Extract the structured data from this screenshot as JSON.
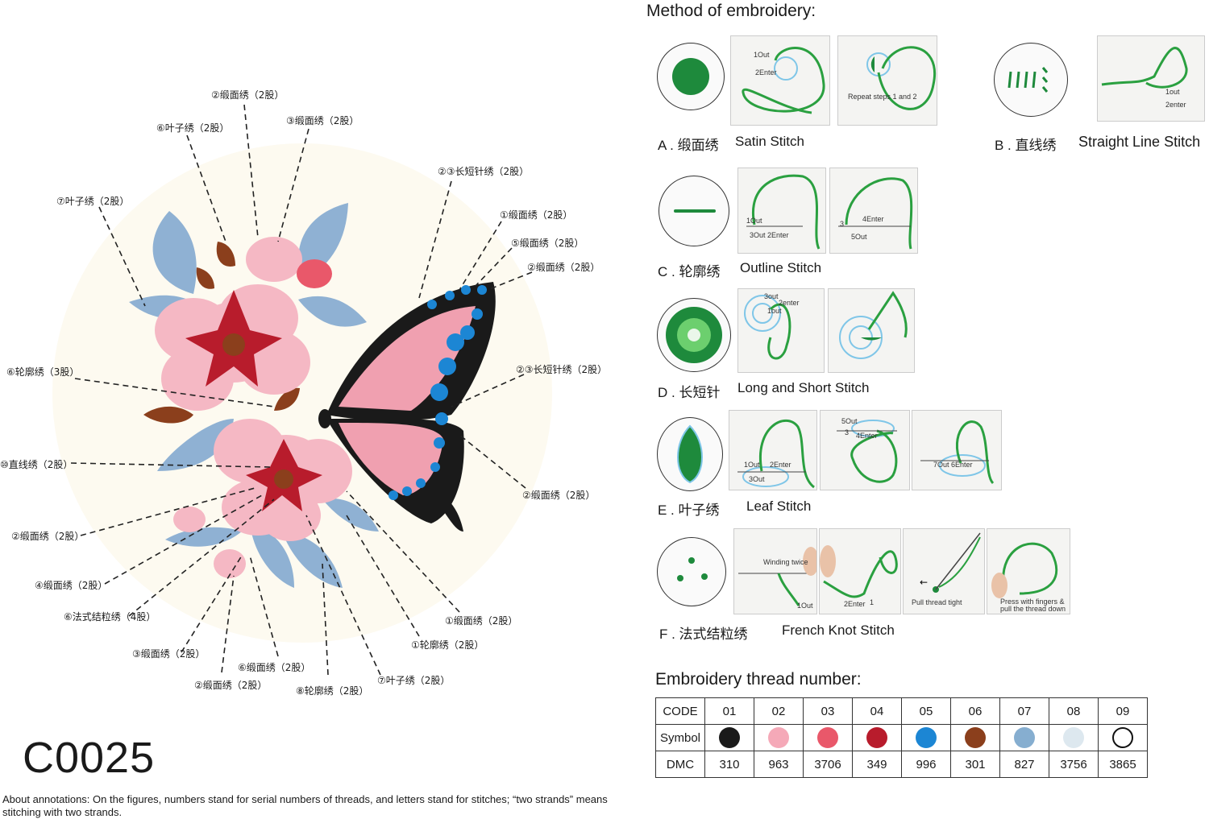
{
  "design_code": "C0025",
  "note": "About annotations: On the figures, numbers stand for serial numbers of threads, and letters stand for stitches; “two strands” means stitching with two strands.",
  "method_title": "Method of embroidery:",
  "thread_title": "Embroidery thread number:",
  "labels": [
    "②缎面绣（2股）",
    "⑥叶子绣（2股）",
    "③缎面绣（2股）",
    "⑦叶子绣（2股）",
    "②③长短针绣（2股）",
    "①缎面绣（2股）",
    "⑤缎面绣（2股）",
    "②缎面绣（2股）",
    "⑥轮廓绣（3股）",
    "②③长短针绣（2股）",
    "⑩直线绣（2股）",
    "②缎面绣（2股）",
    "②缎面绣（2股）",
    "④缎面绣（2股）",
    "⑥法式结粒绣（4股）",
    "①缎面绣（2股）",
    "③缎面绣（2股）",
    "①轮廓绣（2股）",
    "⑥缎面绣（2股）",
    "⑦叶子绣（2股）",
    "②缎面绣（2股）",
    "⑧轮廓绣（2股）"
  ],
  "stitches": {
    "A": {
      "cn": "A . 缎面绣",
      "en": "Satin Stitch",
      "p1": [
        "1Out",
        "2Enter"
      ],
      "p2": "Repeat steps 1 and 2"
    },
    "B": {
      "cn": "B . 直线绣",
      "en": "Straight Line Stitch",
      "p1": [
        "1out",
        "2enter"
      ]
    },
    "C": {
      "cn": "C . 轮廓绣",
      "en": "Outline Stitch",
      "p1": [
        "1Out",
        "3Out 2Enter"
      ],
      "p2": [
        "3",
        "4Enter",
        "5Out"
      ]
    },
    "D": {
      "cn": "D . 长短针",
      "en": "Long and Short Stitch",
      "p1": [
        "3out",
        "2enter",
        "1out"
      ]
    },
    "E": {
      "cn": "E . 叶子绣",
      "en": "Leaf Stitch",
      "p1": [
        "1Out",
        "2Enter",
        "3Out"
      ],
      "p2": [
        "5Out",
        "3",
        "4Enter"
      ],
      "p3": "7Out 6Enter"
    },
    "F": {
      "cn": "F . 法式结粒绣",
      "en": "French Knot Stitch",
      "p1": [
        "Winding twice",
        "1Out"
      ],
      "p2": [
        "2Enter",
        "1"
      ],
      "p3": "Pull thread tight",
      "p4": "Press with fingers & pull the thread down"
    }
  },
  "thread_table": {
    "row_labels": [
      "CODE",
      "Symbol",
      "DMC"
    ],
    "codes": [
      "01",
      "02",
      "03",
      "04",
      "05",
      "06",
      "07",
      "08",
      "09"
    ],
    "colors": [
      "#1a1a1a",
      "#f5a9b8",
      "#e9586a",
      "#b81c2c",
      "#1c86d4",
      "#8b3f1c",
      "#86aed0",
      "#dde8ef",
      "#ffffff"
    ],
    "dmc": [
      "310",
      "963",
      "3706",
      "349",
      "996",
      "301",
      "827",
      "3756",
      "3865"
    ]
  }
}
